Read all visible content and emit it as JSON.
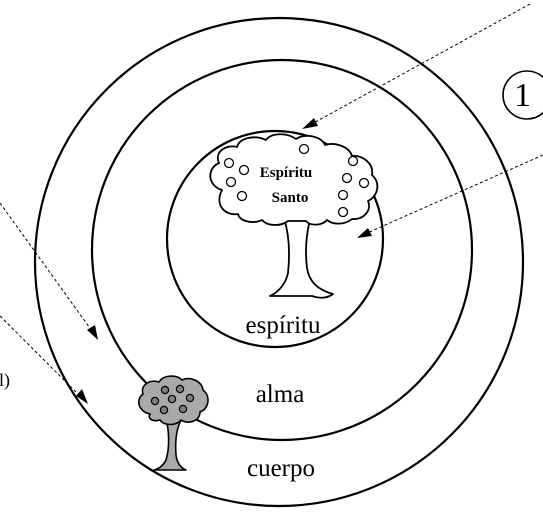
{
  "labels": {
    "inner_tree_line1": "Espíritu",
    "inner_tree_line2": "Santo",
    "spirit": "espíritu",
    "soul": "alma",
    "body": "cuerpo",
    "left_cut_text": "l)",
    "corner_number": "1"
  },
  "colors": {
    "stroke": "#000000",
    "small_tree_fill": "#a9a9a9",
    "small_tree_fruit": "#808080"
  },
  "icons": {
    "large_tree": "tree-icon",
    "small_tree": "tree-icon"
  }
}
